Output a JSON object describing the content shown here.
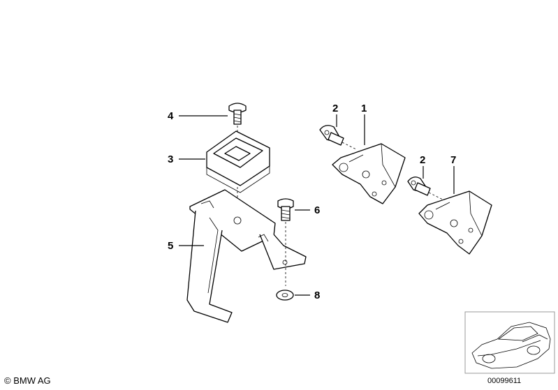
{
  "callouts": {
    "c1": "1",
    "c2a": "2",
    "c2b": "2",
    "c3": "3",
    "c4": "4",
    "c5": "5",
    "c6": "6",
    "c7": "7",
    "c8": "8"
  },
  "footer": {
    "copyright": "© BMW AG",
    "doc_number": "00099611"
  }
}
